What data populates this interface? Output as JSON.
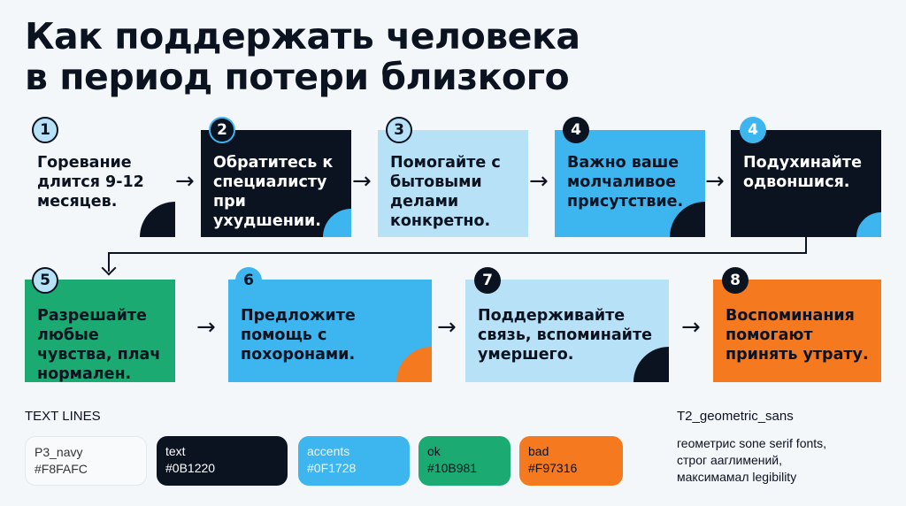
{
  "title": [
    "Как поддержать человека",
    "в период потери близкого"
  ],
  "steps": [
    {
      "num": "1",
      "text": "Горевание длится 9-12 месяцев."
    },
    {
      "num": "2",
      "text": "Обратитесь к специалисту при ухудшении."
    },
    {
      "num": "3",
      "text": "Помогайте с бытовыми делами конкретно."
    },
    {
      "num": "4",
      "text": "Важно ваше молчаливое присутствие."
    },
    {
      "num": "4",
      "text": "Подухинайте одвоншися."
    },
    {
      "num": "5",
      "text": "Разрешайте любые чувства, плач нормален."
    },
    {
      "num": "6",
      "text": "Предложите помощь с похоронами."
    },
    {
      "num": "7",
      "text": "Поддерживайте связь, вспоминайте умершего."
    },
    {
      "num": "8",
      "text": "Воспоминания помогают принять утрату."
    }
  ],
  "arrow": "→",
  "legend": {
    "title": "TEXT LINES",
    "swatches": [
      {
        "name": "P3_navy",
        "hex": "#F8FAFC"
      },
      {
        "name": "text",
        "hex": "#0B1220"
      },
      {
        "name": "accents",
        "hex": "#0F1728"
      },
      {
        "name": "ok",
        "hex": "#10B981"
      },
      {
        "name": "bad",
        "hex": "#F97316"
      }
    ]
  },
  "font_note": {
    "title": "T2_geometric_sans",
    "lines": [
      "геометрис sone serif fonts,",
      "строг ааглимений,",
      "максимамал legibility"
    ]
  },
  "colors": {
    "navy": "#0B1220",
    "blue": "#3DB5EF",
    "light": "#B7E1F6",
    "green": "#1BAA72",
    "orange": "#F57A1F",
    "bg": "#F4F7FA"
  }
}
